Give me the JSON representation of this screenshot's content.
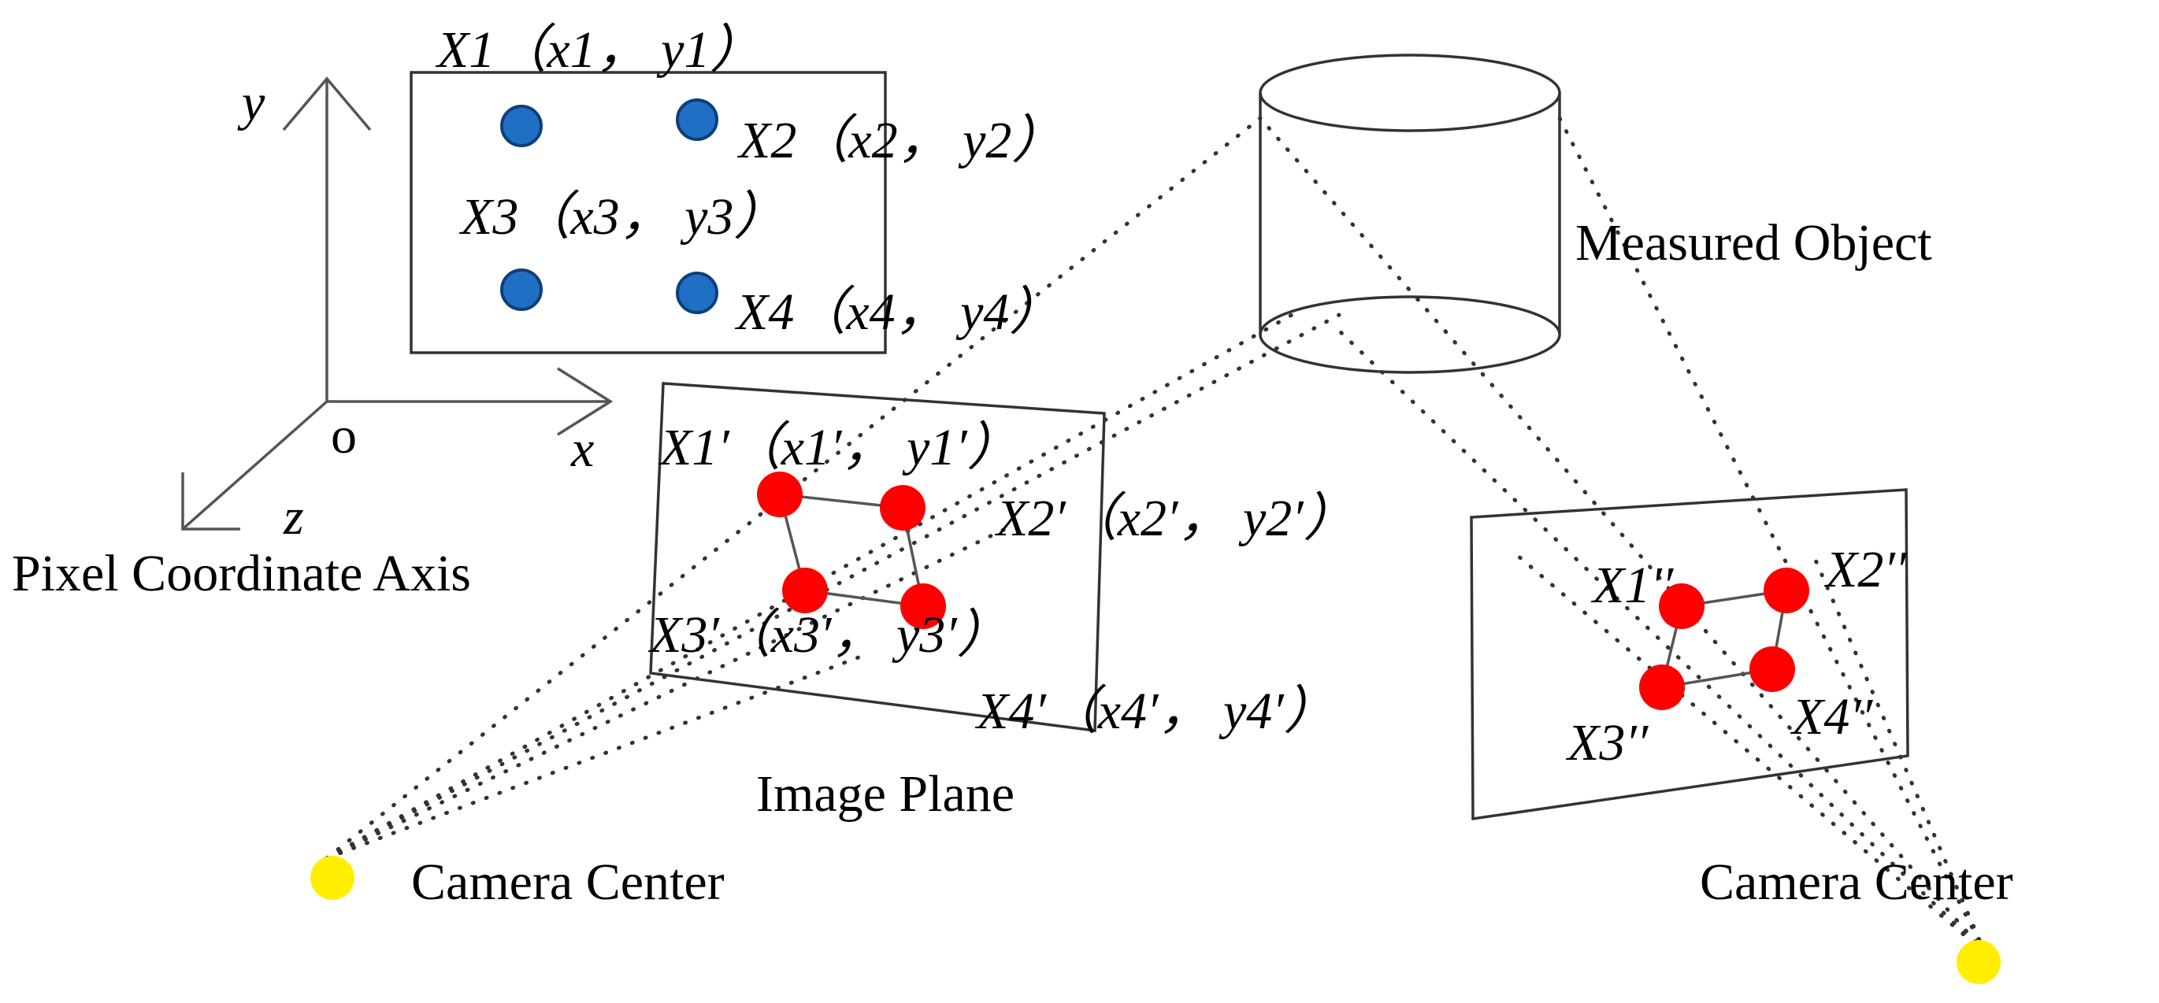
{
  "axis": {
    "y_label": "y",
    "x_label": "x",
    "z_label": "z",
    "origin_label": "o",
    "caption": "Pixel Coordinate Axis"
  },
  "points_3d": [
    {
      "name": "X1",
      "coords": "（x1， y1）",
      "color": "#1f6fc5"
    },
    {
      "name": "X2",
      "coords": "（x2， y2）",
      "color": "#1f6fc5"
    },
    {
      "name": "X3",
      "coords": "（x3， y3）",
      "color": "#1f6fc5"
    },
    {
      "name": "X4",
      "coords": "（x4， y4）",
      "color": "#1f6fc5"
    }
  ],
  "image_plane": {
    "caption": "Image Plane",
    "points": [
      {
        "name": "X1′",
        "coords": "（x1′， y1′）"
      },
      {
        "name": "X2′",
        "coords": "（x2′， y2′）"
      },
      {
        "name": "X3′",
        "coords": "（x3′， y3′）"
      },
      {
        "name": "X4′",
        "coords": "（x4′， y4′）"
      }
    ],
    "point_color": "#ff0000"
  },
  "image_plane_2": {
    "points": [
      "X1′′",
      "X2′′",
      "X3′′",
      "X4′′"
    ],
    "point_color": "#ff0000"
  },
  "measured_object": {
    "caption": "Measured Object"
  },
  "camera_center_1": {
    "caption": "Camera Center",
    "color": "#ffee00"
  },
  "camera_center_2": {
    "caption": "Camera Center",
    "color": "#ffee00"
  }
}
